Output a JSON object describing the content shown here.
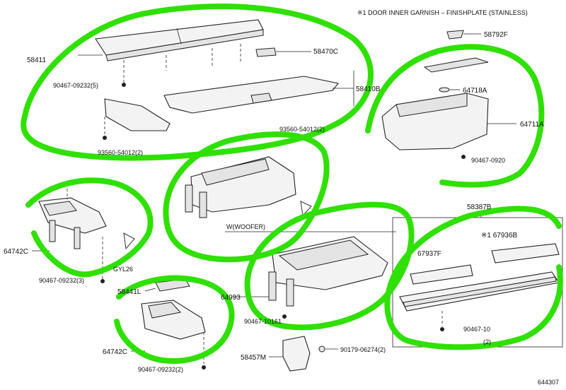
{
  "header_note": "※1 DOOR INNER GARNISH – FINISHPLATE (STAINLESS)",
  "diagram_id": "644307",
  "callouts": {
    "c58411": "58411",
    "c58470C": "58470C",
    "c58410B": "58410B",
    "c90467_09232_5": "90467-09232(5)",
    "c93560_54012_2a": "93560-54012(2)",
    "c93560_54012_2b": "93560-54012(2)",
    "c58792F": "58792F",
    "c64718A": "64718A",
    "c64711A": "64711A",
    "c90467_0920x": "90467-0920",
    "c64742C_a": "64742C",
    "c90467_09232_3": "90467-09232(3)",
    "cGYL26": "GYL26",
    "cWOOFER": "W(WOOFER)",
    "c58441L": "58441L",
    "c64742C_b": "64742C",
    "c90467_09232_2": "90467-09232(2)",
    "c58457M": "58457M",
    "c90179_06274_2": "90179-06274(2)",
    "c58387B": "58387B",
    "c67936B": "※1 67936B",
    "c67937F": "67937F",
    "c90467_10x": "90467-10",
    "c_paren2": "(2)",
    "c64993": "64993",
    "c90467_10161": "90467-10161"
  },
  "colors": {
    "highlight": "#2fe000",
    "line": "#222222"
  }
}
